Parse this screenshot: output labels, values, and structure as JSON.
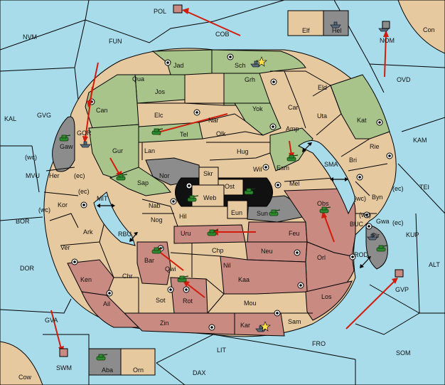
{
  "colors": {
    "sea": "#a8dceb",
    "neutral_land": "#e7c9a0",
    "green_power": "#a9c48a",
    "red_power": "#c98a82",
    "grey_power": "#8c8c8c",
    "order_arrow": "#d21c0c"
  },
  "labels": {
    "pol": "POL",
    "cob": "COB",
    "nvm": "NVM",
    "fun": "FUN",
    "elf": "Elf",
    "hel": "Hel",
    "nom": "NOM",
    "con": "Con",
    "ovd": "OVD",
    "kal": "KAL",
    "gvg": "GVG",
    "gor": "GOR",
    "gaw": "Gaw",
    "mvu": "MVU",
    "wc1": "(wc)",
    "ec1": "(ec)",
    "her": "Her",
    "ec2": "(ec)",
    "mit": "MIT",
    "bor": "BOR",
    "kor": "Kor",
    "wc2": "(wc)",
    "ark": "Ark",
    "rbu": "RBU",
    "ver": "Ver",
    "dor": "DOR",
    "ken": "Ken",
    "ail": "Ail",
    "gva": "GVA",
    "swm": "SWM",
    "cow": "Cow",
    "aba": "Aba",
    "orn": "Orn",
    "dax": "DAX",
    "lit": "LIT",
    "fro": "FRO",
    "som": "SOM",
    "gvp": "GVP",
    "alt": "ALT",
    "kup": "KUP",
    "tei": "TEI",
    "kam": "KAM",
    "sma": "SMA",
    "buc": "BUC",
    "rod": "ROD",
    "wc3": "(wc)",
    "ec3": "(ec)",
    "byn": "Byn",
    "gwa": "Gwa",
    "wc4": "(wc)",
    "ec4": "(ec)",
    "pir": "Pir",
    "jad": "Jad",
    "sch": "Sch",
    "qua": "Qua",
    "jos": "Jos",
    "grh": "Grh",
    "eld": "Eld",
    "can": "Can",
    "elc": "Elc",
    "nar": "Nar",
    "yok": "Yok",
    "car": "Car",
    "uta": "Uta",
    "kat": "Kat",
    "tel": "Tel",
    "olk": "Olk",
    "amp": "Amp",
    "gur": "Gur",
    "lan": "Lan",
    "hug": "Hug",
    "rie": "Rie",
    "bri": "Bri",
    "esm": "Esm",
    "nor": "Nor",
    "wil": "Wil",
    "skr": "Skr",
    "ost": "Ost",
    "sap": "Sap",
    "web": "Web",
    "mel": "Mel",
    "nab": "Nab",
    "eun": "Eun",
    "sun": "Sun",
    "obs": "Obs",
    "hil": "Hil",
    "nog": "Nog",
    "uru": "Uru",
    "feu": "Feu",
    "chp": "Chp",
    "neu": "Neu",
    "bar": "Bar",
    "qwi": "Qwi",
    "nil": "Nil",
    "orl": "Orl",
    "kaa": "Kaa",
    "sot": "Sot",
    "rot": "Rot",
    "mou": "Mou",
    "los": "Los",
    "zin": "Zin",
    "kar": "Kar",
    "sam": "Sam"
  },
  "units_icon": "tank-icon",
  "fleet_icon": "ship-icon",
  "capital_icon": "star-icon"
}
